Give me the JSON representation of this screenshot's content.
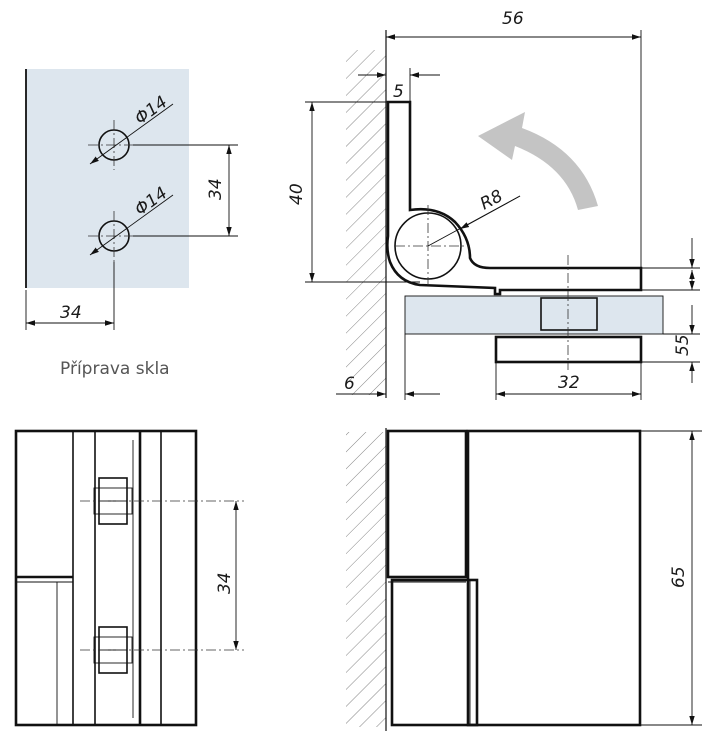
{
  "glass_prep": {
    "hole_diameter_top": "Φ14",
    "hole_diameter_bottom": "Φ14",
    "hole_spacing": "34",
    "hole_offset": "34",
    "caption": "Příprava skla"
  },
  "side_view": {
    "overall_width": "56",
    "plate_thickness": "5",
    "height": "40",
    "radius": "R8",
    "glass_gap": "6",
    "clamp_width": "32",
    "clamp_height": "55"
  },
  "front_view": {
    "hole_spacing": "34"
  },
  "top_view": {
    "height": "65"
  },
  "colors": {
    "glass": "#dde6ee",
    "arrow": "#c4c4c4",
    "line": "#111111"
  }
}
